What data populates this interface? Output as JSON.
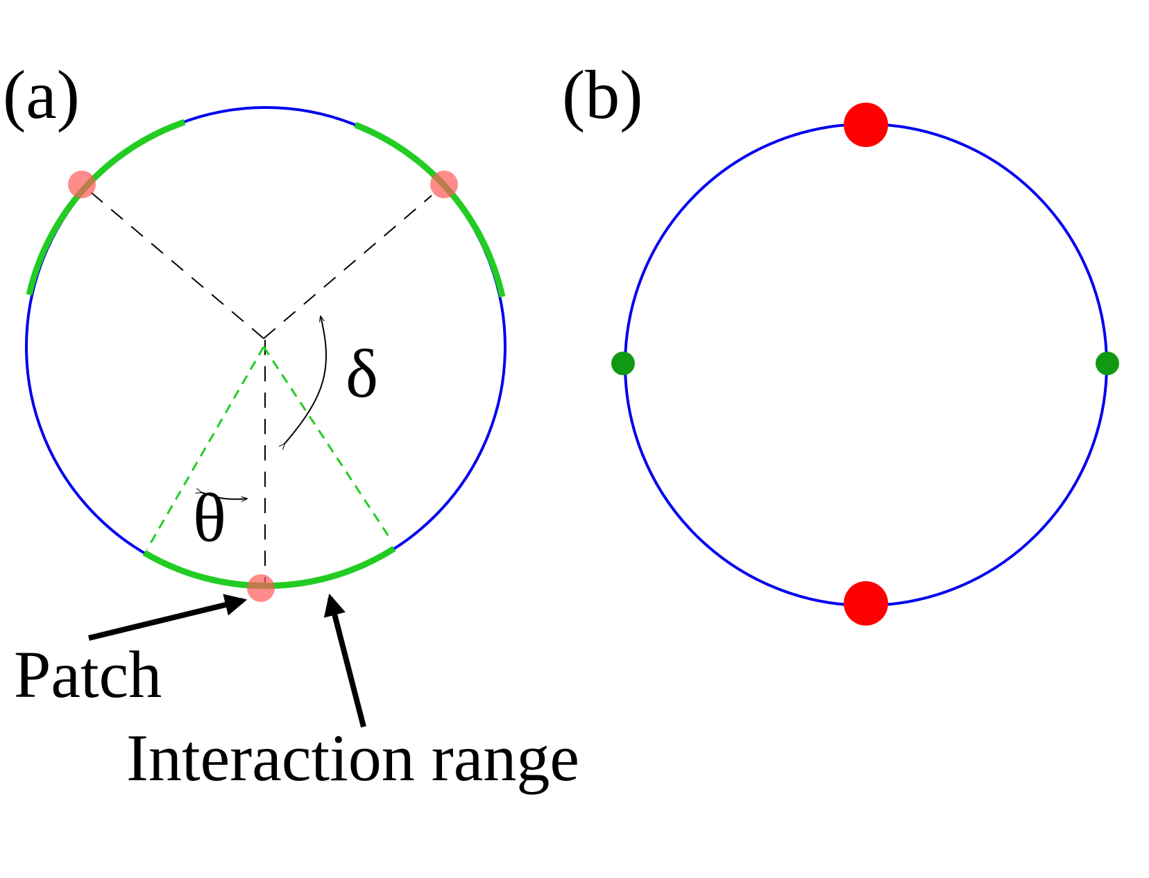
{
  "panels": {
    "a": {
      "label": "(a)"
    },
    "b": {
      "label": "(b)"
    }
  },
  "symbols": {
    "delta": "δ",
    "theta": "θ"
  },
  "annotations": {
    "patch": "Patch",
    "interaction_range": "Interaction range"
  },
  "colors": {
    "circle": "#0000ee",
    "interaction_arc": "#22cc22",
    "patch_a": "#ff6b6b",
    "patch_b": "#ff0000",
    "small_patch_b": "#119911",
    "dashed": "#000000"
  }
}
